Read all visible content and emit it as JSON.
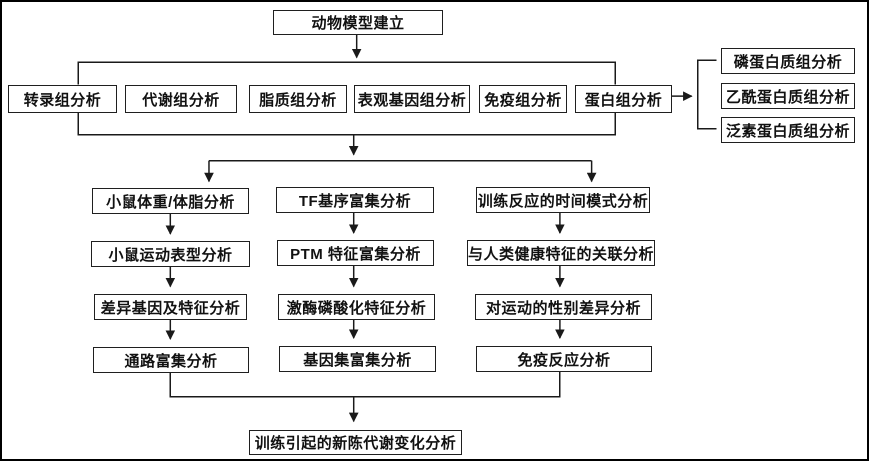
{
  "colors": {
    "line": "#1a1a1a",
    "box_background": "#ffffff",
    "box_border": "#1f1f1f",
    "text": "#111111"
  },
  "root": {
    "label": "动物模型建立"
  },
  "omics": [
    {
      "label": "转录组分析"
    },
    {
      "label": "代谢组分析"
    },
    {
      "label": "脂质组分析"
    },
    {
      "label": "表观基因组分析"
    },
    {
      "label": "免疫组分析"
    },
    {
      "label": "蛋白组分析"
    }
  ],
  "proteomics_branches": [
    {
      "label": "磷蛋白质组分析"
    },
    {
      "label": "乙酰蛋白质组分析"
    },
    {
      "label": "泛素蛋白质组分析"
    }
  ],
  "pipelines": {
    "left": [
      {
        "label": "小鼠体重/体脂分析"
      },
      {
        "label": "小鼠运动表型分析"
      },
      {
        "label": "差异基因及特征分析"
      },
      {
        "label": "通路富集分析"
      }
    ],
    "middle": [
      {
        "label": "TF基序富集分析"
      },
      {
        "label": "PTM 特征富集分析"
      },
      {
        "label": "激酶磷酸化特征分析"
      },
      {
        "label": "基因集富集分析"
      }
    ],
    "right": [
      {
        "label": "训练反应的时间模式分析"
      },
      {
        "label": "与人类健康特征的关联分析"
      },
      {
        "label": "对运动的性别差异分析"
      },
      {
        "label": "免疫反应分析"
      }
    ]
  },
  "final": {
    "label": "训练引起的新陈代谢变化分析"
  }
}
